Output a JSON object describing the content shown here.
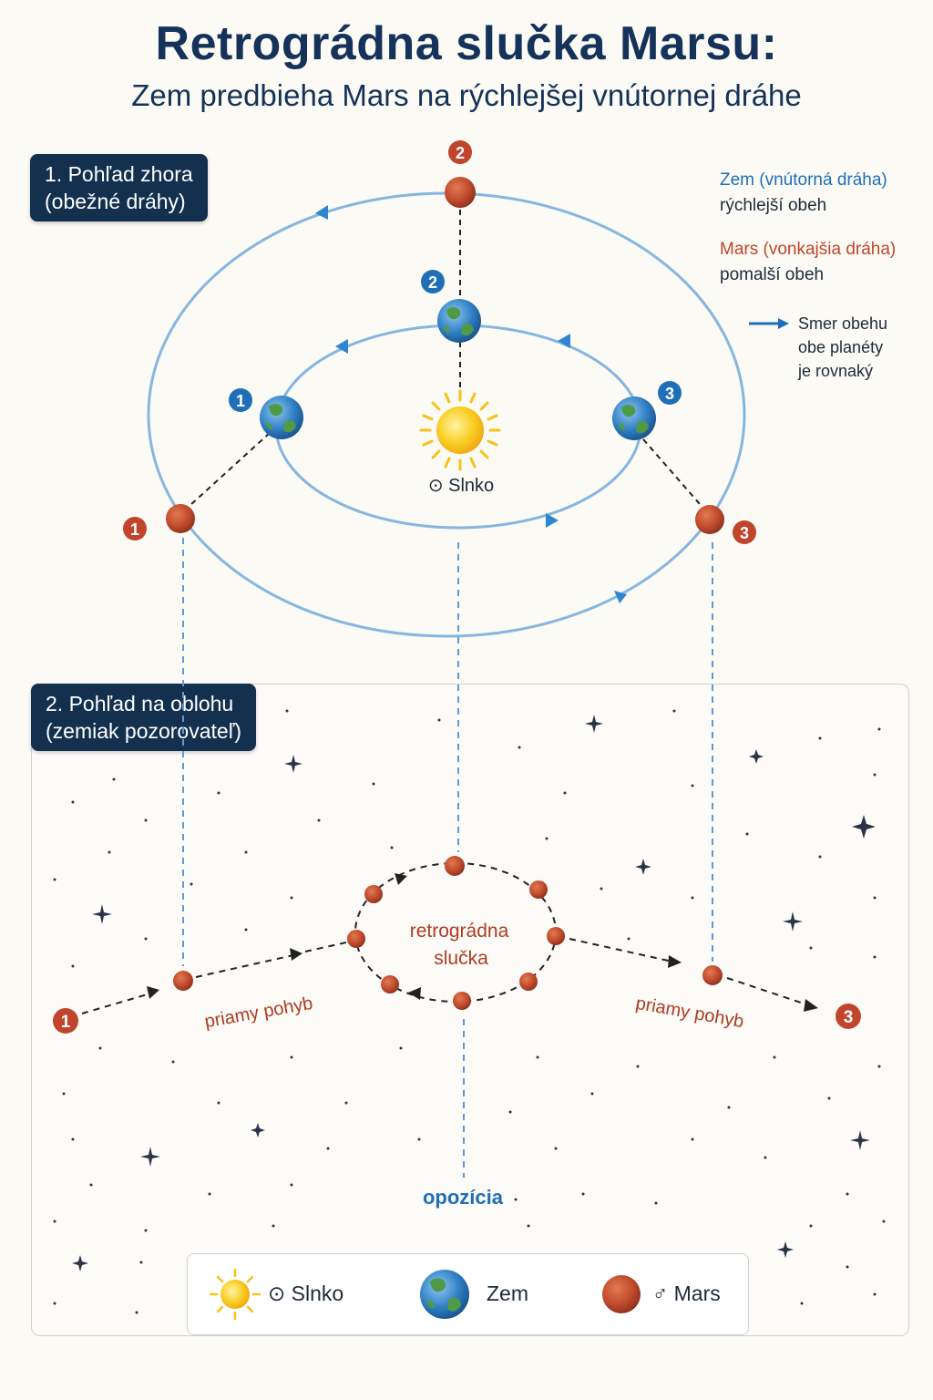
{
  "header": {
    "title": "Retrográdna slučka Marsu:",
    "subtitle": "Zem predbieha Mars na rýchlejšej vnútornej dráhe"
  },
  "top_panel": {
    "label_line1": "1. Pohľad zhora",
    "label_line2": "(obežné dráhy)",
    "sun_label": "⊙ Slnko",
    "earth_markers": [
      "1",
      "2",
      "3"
    ],
    "mars_markers": [
      "1",
      "2",
      "3"
    ]
  },
  "orbit_legend": {
    "earth_title": "Zem (vnútorná dráha)",
    "earth_desc": "rýchlejší obeh",
    "mars_title": "Mars (vonkajšia dráha)",
    "mars_desc": "pomalší obeh",
    "direction_line1": "Smer obehu",
    "direction_line2": "obe planéty",
    "direction_line3": "je rovnaký"
  },
  "sky_panel": {
    "label_line1": "2. Pohľad na oblohu",
    "label_line2": "(zemiak pozorovateľ)",
    "loop_line1": "retrográdna",
    "loop_line2": "slučka",
    "direct_left": "priamy pohyb",
    "direct_right": "priamy pohyb",
    "opposition": "opozícia",
    "markers": [
      "1",
      "3"
    ]
  },
  "bottom_legend": {
    "sun": "⊙ Slnko",
    "earth": "Zem",
    "mars": "♂ Mars"
  },
  "colors": {
    "navy": "#14325a",
    "earth_blue": "#1f6fb8",
    "mars_red": "#c0452c",
    "orbit_blue": "#7fb0dc",
    "sun_yellow": "#f6c21b"
  },
  "icons": [
    "sun-icon",
    "earth-icon",
    "mars-icon",
    "arrow-right-icon",
    "star-icon"
  ]
}
